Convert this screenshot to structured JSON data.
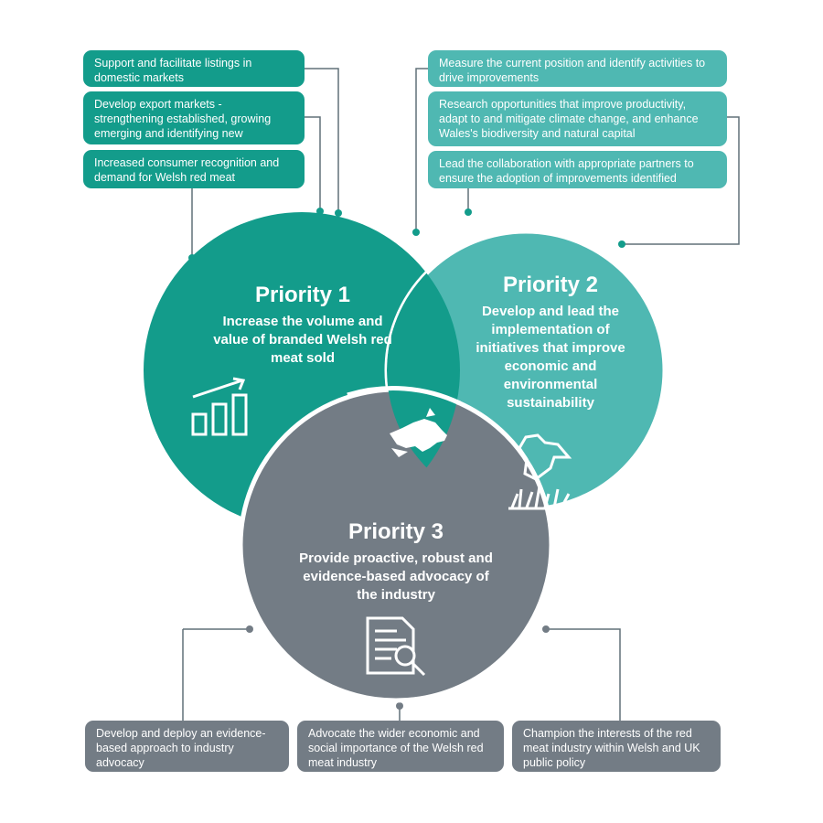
{
  "colors": {
    "priority1": "#139c8b",
    "priority2": "#4fb8b2",
    "priority3": "#737c85",
    "connector": "#607078",
    "background": "#ffffff"
  },
  "priority1": {
    "title": "Priority 1",
    "description": "Increase the volume and value of branded Welsh red meat sold",
    "icon": "bar-chart-growth-icon",
    "actions": [
      "Support and facilitate listings in domestic markets",
      "Develop export markets - strengthening established, growing emerging and identifying new",
      "Increased consumer recognition and demand for Welsh red meat"
    ]
  },
  "priority2": {
    "title": "Priority 2",
    "description": "Develop and lead the implementation of initiatives that improve economic and environmental sustainability",
    "icon": "sheep-grass-icon",
    "actions": [
      "Measure the current position and identify activities to drive improvements",
      "Research opportunities that improve productivity, adapt to and mitigate climate change, and enhance Wales's biodiversity and natural capital",
      "Lead the collaboration with appropriate partners to ensure the adoption of improvements identified"
    ]
  },
  "priority3": {
    "title": "Priority 3",
    "description": "Provide proactive, robust and evidence-based advocacy of the industry",
    "icon": "document-magnifier-icon",
    "actions": [
      "Develop and deploy an evidence-based approach to industry advocacy",
      "Advocate the wider economic and social importance of the Welsh red meat industry",
      "Champion the interests of the red meat industry within Welsh and UK public policy"
    ]
  },
  "center_icon": "welsh-dragon-icon"
}
